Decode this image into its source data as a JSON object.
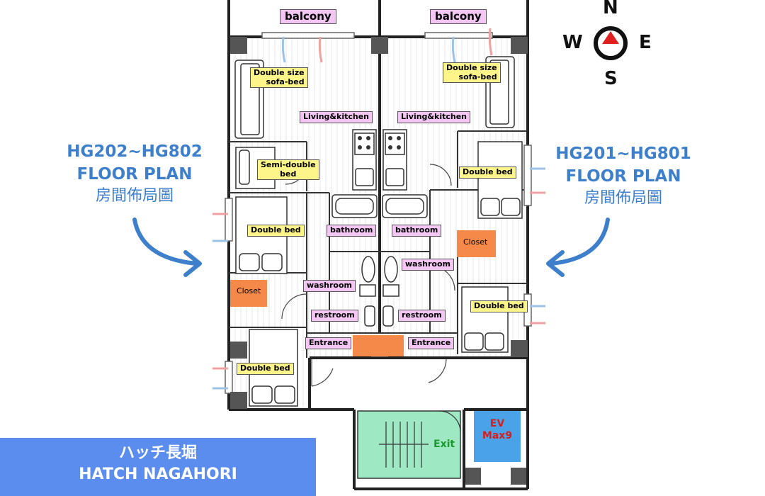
{
  "left_plan": {
    "title_line1": "HG202~HG802",
    "title_line2": "FLOOR PLAN",
    "subtitle": "房間佈局圖"
  },
  "right_plan": {
    "title_line1": "HG201~HG801",
    "title_line2": "FLOOR PLAN",
    "subtitle": "房間佈局圖"
  },
  "compass": {
    "north": "N",
    "south": "S",
    "west": "W",
    "east": "E"
  },
  "left_unit": {
    "balcony": "balcony",
    "sofa_bed_line1": "Double size",
    "sofa_bed_line2": "sofa-bed",
    "living_kitchen": "Living&kitchen",
    "semi_double_line1": "Semi-double",
    "semi_double_line2": "bed",
    "double_bed_1": "Double bed",
    "bathroom": "bathroom",
    "closet": "Closet",
    "washroom": "washroom",
    "restroom": "restroom",
    "entrance": "Entrance",
    "double_bed_2": "Double bed"
  },
  "right_unit": {
    "balcony": "balcony",
    "sofa_bed_line1": "Double size",
    "sofa_bed_line2": "sofa-bed",
    "living_kitchen": "Living&kitchen",
    "double_bed_1": "Double bed",
    "bathroom": "bathroom",
    "closet": "Closet",
    "washroom": "washroom",
    "restroom": "restroom",
    "entrance": "Entrance",
    "double_bed_2": "Double bed"
  },
  "common": {
    "exit": "Exit",
    "ev_line1": "EV",
    "ev_line2": "Max9"
  },
  "banner": {
    "line1": "ハッチ長堀",
    "line2": "HATCH NAGAHORI"
  },
  "colors": {
    "accent_blue": "#3d7fcb",
    "banner_blue": "#5b8def",
    "label_pink": "#f3c6f3",
    "label_yellow": "#fdf58a",
    "closet_orange": "#f5894a",
    "stair_green": "#9ee8c4",
    "ev_blue": "#4aa3e8"
  }
}
